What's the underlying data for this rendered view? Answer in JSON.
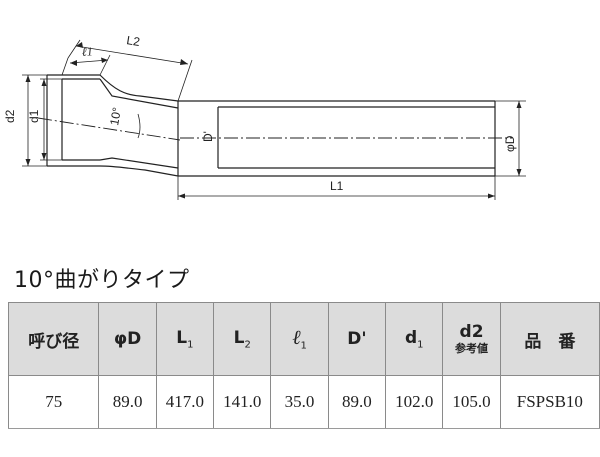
{
  "diagram": {
    "labels": {
      "d2": "d2",
      "d1": "d1",
      "l1": "ℓ1",
      "L2": "L2",
      "angle": "10°",
      "D_prime": "D'",
      "phiD": "φD",
      "L1": "L1"
    }
  },
  "section": {
    "title": "10°曲がりタイプ"
  },
  "table": {
    "headers": {
      "size": "呼び径",
      "phiD": "φD",
      "L1_main": "L",
      "L1_sub": "1",
      "L2_main": "L",
      "L2_sub": "2",
      "l1_main": "ℓ",
      "l1_sub": "1",
      "D_prime": "D'",
      "d1_main": "d",
      "d1_sub": "1",
      "d2_main": "d2",
      "d2_note": "参考値",
      "part": "品　番"
    },
    "rows": [
      {
        "size": "75",
        "phiD": "89.0",
        "L1": "417.0",
        "L2": "141.0",
        "l1": "35.0",
        "D_prime": "89.0",
        "d1": "102.0",
        "d2": "105.0",
        "part": "FSPSB10"
      }
    ]
  }
}
